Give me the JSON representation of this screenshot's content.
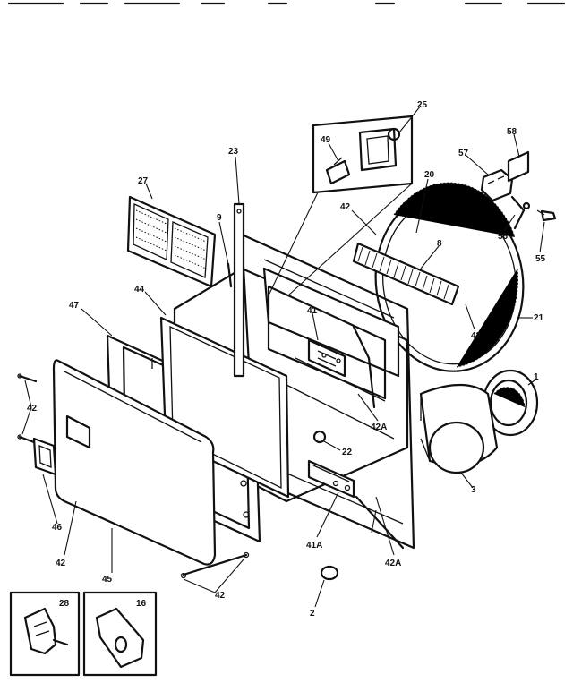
{
  "callouts": [
    {
      "id": "c25",
      "text": "25"
    },
    {
      "id": "c49",
      "text": "49"
    },
    {
      "id": "c23",
      "text": "23"
    },
    {
      "id": "c27",
      "text": "27"
    },
    {
      "id": "c9a",
      "text": "9"
    },
    {
      "id": "c42a",
      "text": "42"
    },
    {
      "id": "c20",
      "text": "20"
    },
    {
      "id": "c57",
      "text": "57"
    },
    {
      "id": "c58",
      "text": "58"
    },
    {
      "id": "c56",
      "text": "56"
    },
    {
      "id": "c55",
      "text": "55"
    },
    {
      "id": "c8",
      "text": "8"
    },
    {
      "id": "c44",
      "text": "44"
    },
    {
      "id": "c47",
      "text": "47"
    },
    {
      "id": "c41",
      "text": "41"
    },
    {
      "id": "c42b",
      "text": "42"
    },
    {
      "id": "c21",
      "text": "21"
    },
    {
      "id": "c1",
      "text": "1"
    },
    {
      "id": "c42c",
      "text": "42"
    },
    {
      "id": "c42A1",
      "text": "42A"
    },
    {
      "id": "c22",
      "text": "22"
    },
    {
      "id": "c3",
      "text": "3"
    },
    {
      "id": "c46",
      "text": "46"
    },
    {
      "id": "c42d",
      "text": "42"
    },
    {
      "id": "c45",
      "text": "45"
    },
    {
      "id": "c41A",
      "text": "41A"
    },
    {
      "id": "c42A2",
      "text": "42A"
    },
    {
      "id": "c42e",
      "text": "42"
    },
    {
      "id": "c2",
      "text": "2"
    },
    {
      "id": "c28",
      "text": "28"
    },
    {
      "id": "c16",
      "text": "16"
    }
  ]
}
